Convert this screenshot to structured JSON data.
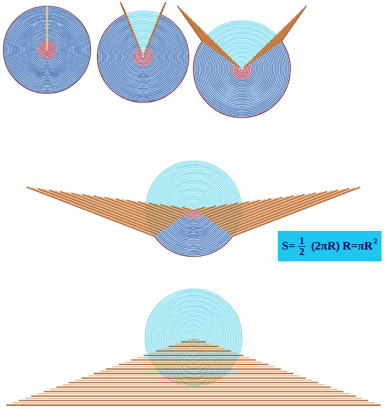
{
  "diagram": {
    "nodes": [
      {
        "text": [
          "S=",
          "1",
          "2",
          "(2πR) R=πR",
          "2"
        ]
      }
    ]
  }
}
